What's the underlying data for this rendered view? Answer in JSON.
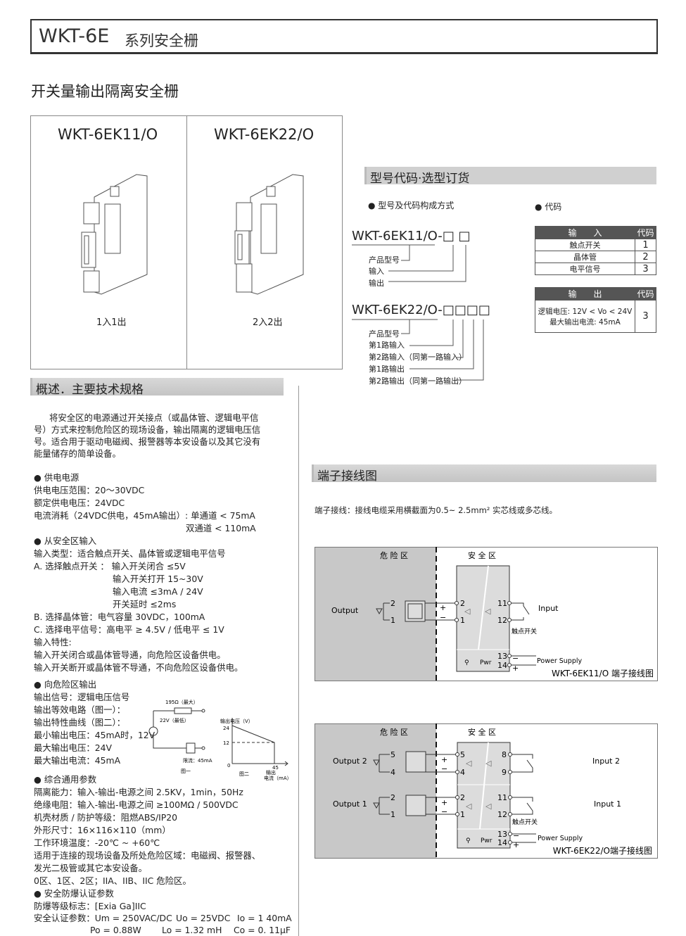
{
  "header": {
    "model": "WKT-6E",
    "series": "系列安全栅"
  },
  "subtitle": "开关量输出隔离安全栅",
  "products": [
    {
      "model": "WKT-6EK11/O",
      "desc": "1入1出"
    },
    {
      "model": "WKT-6EK22/O",
      "desc": "2入2出"
    }
  ],
  "sections": {
    "ordering": "型号代码·选型订货",
    "overview": "概述．主要技术规格",
    "wiring": "端子接线图"
  },
  "ordering": {
    "bullet_structure": "● 型号及代码构成方式",
    "bullet_code": "● 代码",
    "code1": {
      "model": "WKT-6EK11/O-",
      "boxes": "□ □",
      "labels": [
        "产品型号",
        "输入",
        "输出"
      ]
    },
    "code2": {
      "model": "WKT-6EK22/O-",
      "boxes": "□□□□",
      "labels": [
        "产品型号",
        "第1路输入",
        "第2路输入（同第一路输入）",
        "第1路输出",
        "第2路输出（同第一路输出）"
      ]
    },
    "input_table": {
      "header": [
        "输　　入",
        "代码"
      ],
      "rows": [
        [
          "触点开关",
          "1"
        ],
        [
          "晶体管",
          "2"
        ],
        [
          "电平信号",
          "3"
        ]
      ]
    },
    "output_table": {
      "header": [
        "输　　出",
        "代码"
      ],
      "rows": [
        [
          "逻辑电压: 12V < Vo < 24V",
          "最大输出电流: 45mA",
          "3"
        ]
      ]
    }
  },
  "overview": {
    "intro": [
      "将安全区的电源通过开关接点（或晶体管、逻辑电平信",
      "号）方式来控制危险区的现场设备，输出隔离的逻辑电压信",
      "号。适合用于驱动电磁阀、报警器等本安设备以及其它没有",
      "能量储存的简单设备。"
    ],
    "power": [
      "●  供电电源",
      "供电电压范围：20～30VDC",
      "额定供电电压：24VDC",
      "电流消耗（24VDC供电，45mA输出）: 单通道 < 75mA",
      "双通道 < 110mA"
    ],
    "input": [
      "●  从安全区输入",
      "输入类型：适合触点开关、晶体管或逻辑电平信号",
      "A. 选择触点开关 ： 输入开关闭合 ≤5V",
      "输入开关打开 15~30V",
      "输入电流  ≤3mA / 24V",
      "开关延时  ≤2ms",
      "B. 选择晶体管：电气容量 30VDC，100mA",
      "C. 选择电平信号：高电平 ≥ 4.5V / 低电平 ≤ 1V",
      "输入特性:",
      "输入开关闭合或晶体管导通，向危险区设备供电。",
      "输入开关断开或晶体管不导通，不向危险区设备供电。"
    ],
    "output": [
      "●  向危险区输出",
      "输出信号：逻辑电压信号",
      "输出等效电路（图一）：",
      "输出特性曲线（图二）：",
      "最小输出电压：45mA时，12V",
      "最大输出电压：24V",
      "最大输出电流：45mA"
    ],
    "general": [
      "●  综合通用参数",
      "隔离能力：输入-输出-电源之间 2.5KV，1min，50Hz",
      "绝缘电阻：输入-输出-电源之间 ≥100MΩ / 500VDC",
      "机壳材质 / 防护等级：阻燃ABS/IP20",
      "外形尺寸：16×116×110（mm）",
      "工作环境温度：-20℃ ~ +60℃",
      "适用于连接的现场设备及所处危险区域：电磁阀、报警器、",
      "发光二极管或其它本安设备。",
      "0区、1区、2区；IIA、IIB、IIC 危险区。"
    ],
    "cert": [
      "●  安全防爆认证参数",
      "防爆等级标志：[Exia Ga]IIC",
      "安全认证参数：Um = 250VAC/DC",
      "Uo = 25VDC",
      "Io = 1 40mA",
      "Po = 0.88W",
      "Lo = 1.32 mH",
      "Co = 0. 11μF"
    ],
    "fig1": {
      "resistor": "195Ω（最大）",
      "source": "22V（最低）",
      "limit": "限流：45mA",
      "caption": "图一"
    },
    "fig2": {
      "ylabel": "输出电压（V）",
      "y24": "24",
      "y12": "12",
      "origin": "0",
      "x45": "45",
      "caption": "图二",
      "xlabel1": "输出",
      "xlabel2": "电流（mA）"
    }
  },
  "wiring": {
    "note": "端子接线：接线电缆采用横截面为0.5~ 2.5mm² 实芯线或多芯线。",
    "hazard": "危 险 区",
    "safe": "安 全 区",
    "contact": "触点开关",
    "power": "Power Supply",
    "pwr": "Pwr",
    "plus": "+",
    "minus": "−",
    "d1": {
      "output": "Output",
      "input": "Input",
      "caption": "WKT-6EK11/O  端子接线图",
      "t": [
        "2",
        "1",
        "11",
        "12",
        "13",
        "14"
      ]
    },
    "d2": {
      "output2": "Output 2",
      "output1": "Output 1",
      "input2": "Input 2",
      "input1": "Input 1",
      "caption": "WKT-6EK22/O端子接线图",
      "t": [
        "5",
        "4",
        "2",
        "1",
        "8",
        "9",
        "11",
        "12",
        "13",
        "14"
      ]
    }
  }
}
